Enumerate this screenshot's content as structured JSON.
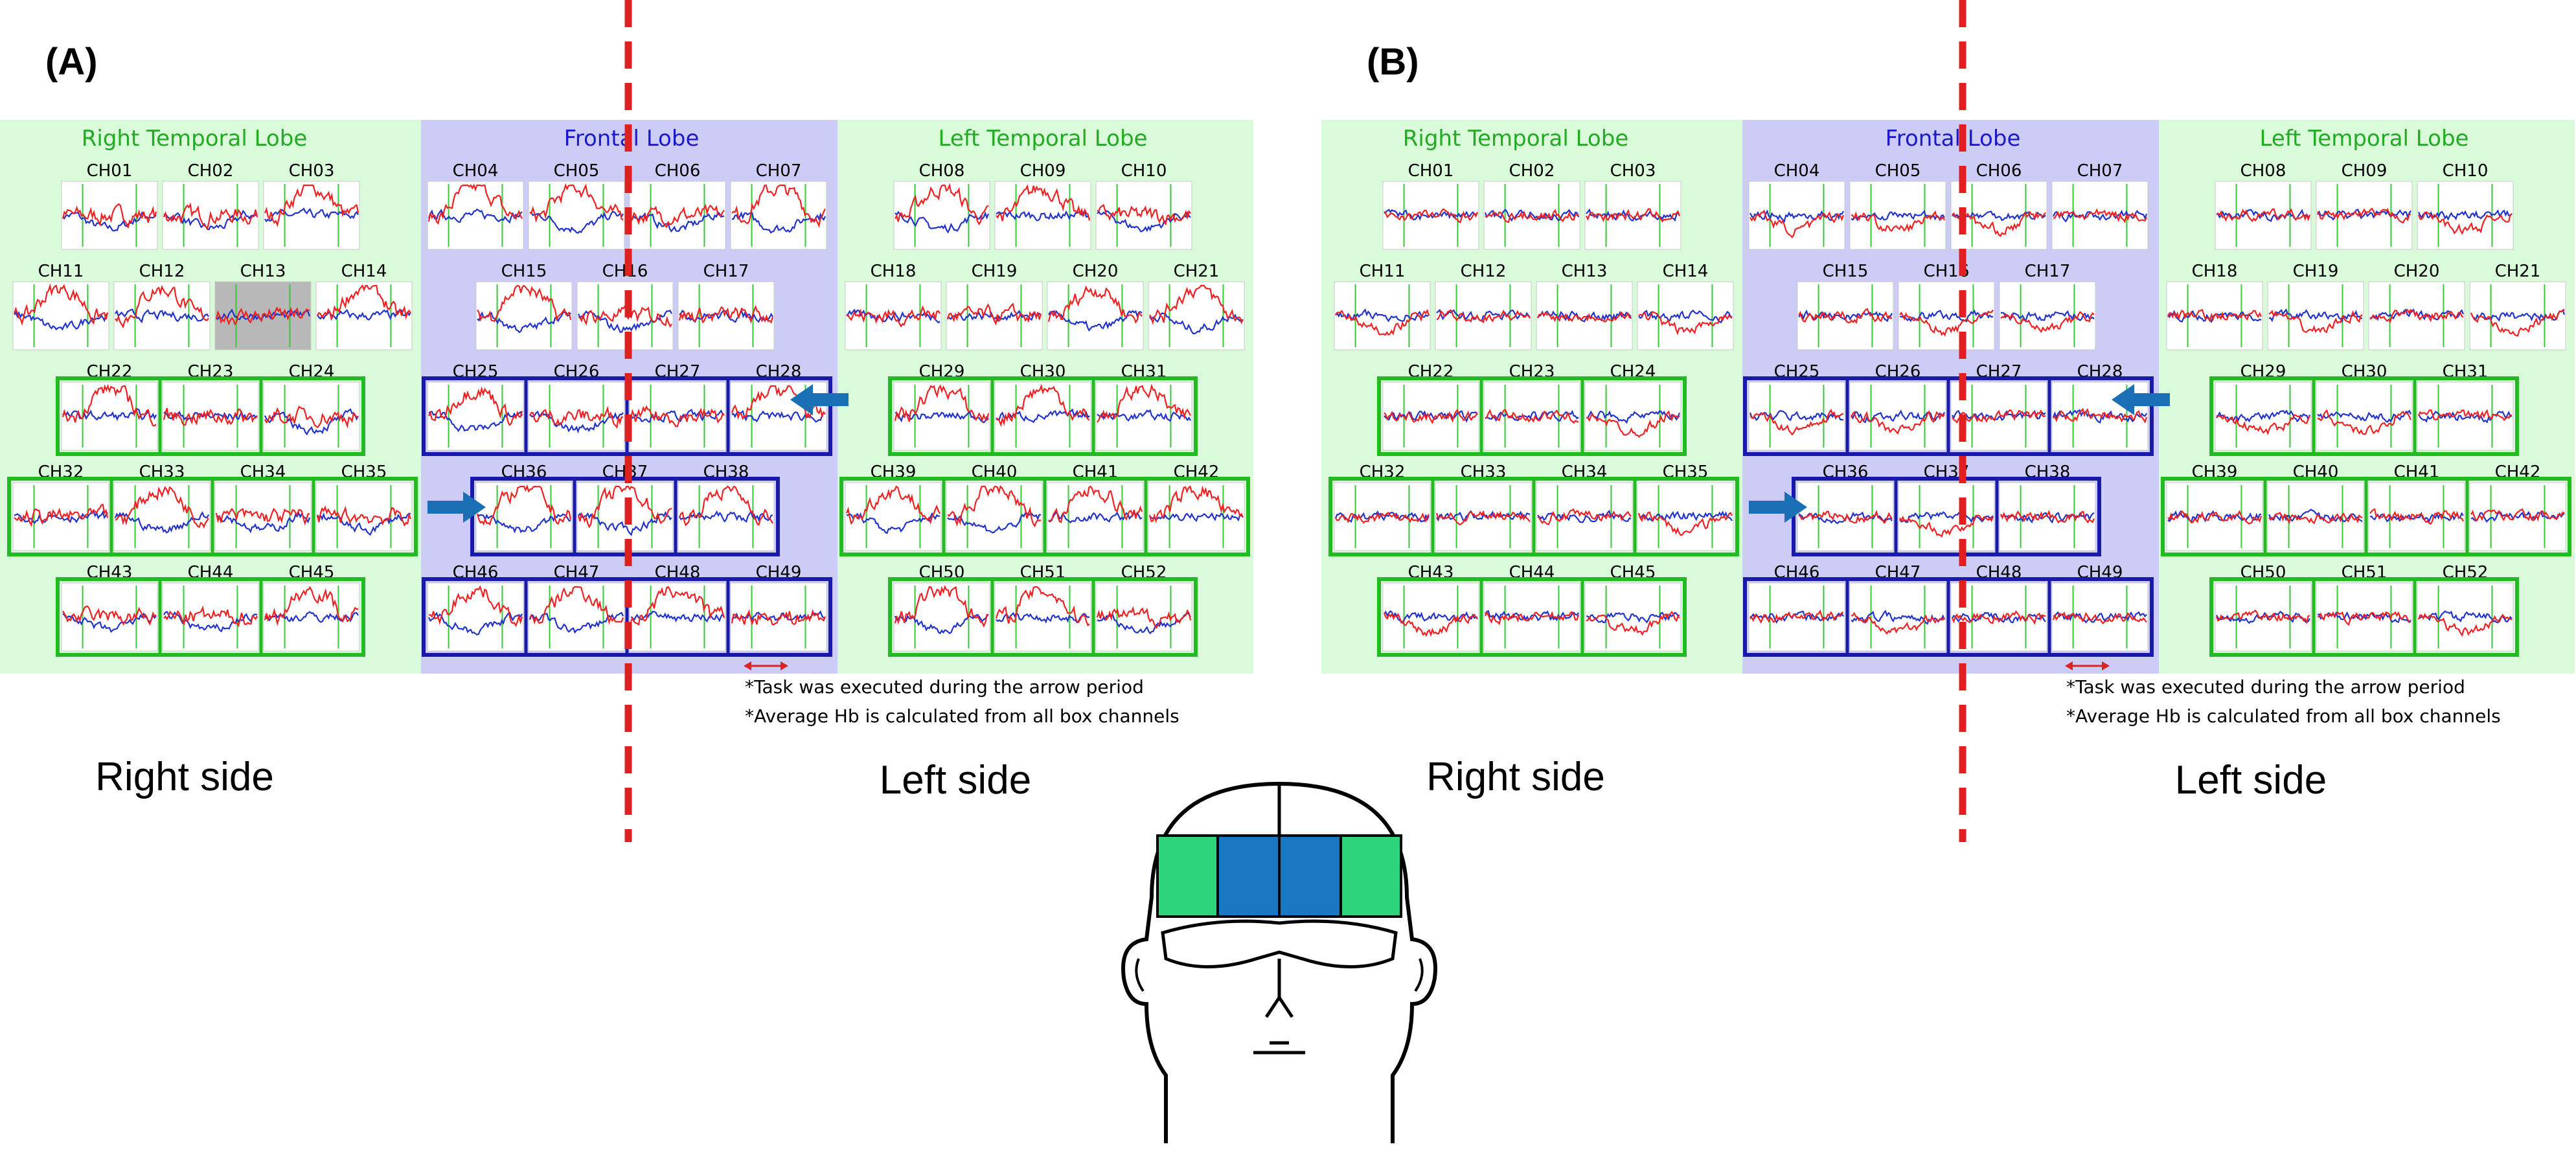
{
  "panels": [
    {
      "label": "(A)",
      "lobes": {
        "right": "Right Temporal Lobe",
        "frontal": "Frontal Lobe",
        "left": "Left Temporal Lobe"
      },
      "notes": [
        "*Task was executed during the arrow period",
        "*Average Hb is calculated from all box channels"
      ],
      "sides": {
        "right": "Right side",
        "left": "Left side"
      },
      "highlighted_channel": "CH13"
    },
    {
      "label": "(B)",
      "lobes": {
        "right": "Right Temporal Lobe",
        "frontal": "Frontal Lobe",
        "left": "Left Temporal Lobe"
      },
      "notes": [
        "*Task was executed during the arrow period",
        "*Average Hb is calculated from all box channels"
      ],
      "sides": {
        "right": "Right side",
        "left": "Left side"
      }
    }
  ],
  "channel_rows": [
    [
      "CH01",
      "CH02",
      "CH03",
      "CH04",
      "CH05",
      "CH06",
      "CH07",
      "CH08",
      "CH09",
      "CH10"
    ],
    [
      "CH11",
      "CH12",
      "CH13",
      "CH14",
      "CH15",
      "CH16",
      "CH17",
      "CH18",
      "CH19",
      "CH20",
      "CH21"
    ],
    [
      "CH22",
      "CH23",
      "CH24",
      "CH25",
      "CH26",
      "CH27",
      "CH28",
      "CH29",
      "CH30",
      "CH31"
    ],
    [
      "CH32",
      "CH33",
      "CH34",
      "CH35",
      "CH36",
      "CH37",
      "CH38",
      "CH39",
      "CH40",
      "CH41",
      "CH42"
    ],
    [
      "CH43",
      "CH44",
      "CH45",
      "CH46",
      "CH47",
      "CH48",
      "CH49",
      "CH50",
      "CH51",
      "CH52"
    ]
  ],
  "boxed_channels": {
    "temporal": [
      "CH22",
      "CH23",
      "CH24",
      "CH32",
      "CH33",
      "CH34",
      "CH35",
      "CH43",
      "CH44",
      "CH45",
      "CH29",
      "CH30",
      "CH31",
      "CH39",
      "CH40",
      "CH41",
      "CH42",
      "CH50",
      "CH51",
      "CH52"
    ],
    "frontal": [
      "CH25",
      "CH26",
      "CH27",
      "CH28",
      "CH36",
      "CH37",
      "CH38",
      "CH46",
      "CH47",
      "CH48",
      "CH49"
    ]
  },
  "colors": {
    "temporal_bg": "#d9fbd9",
    "frontal_bg": "#ccccf6",
    "temporal_title": "#22aa22",
    "frontal_title": "#1a1acc",
    "temporal_box": "#22bb22",
    "frontal_box": "#1a1aaa",
    "oxy_hb": "#ee2222",
    "deoxy_hb": "#2233cc",
    "midline": "#e02020",
    "arrow": "#1a6fb5",
    "head_green": "#2ed47a",
    "head_blue": "#1a78c2"
  }
}
